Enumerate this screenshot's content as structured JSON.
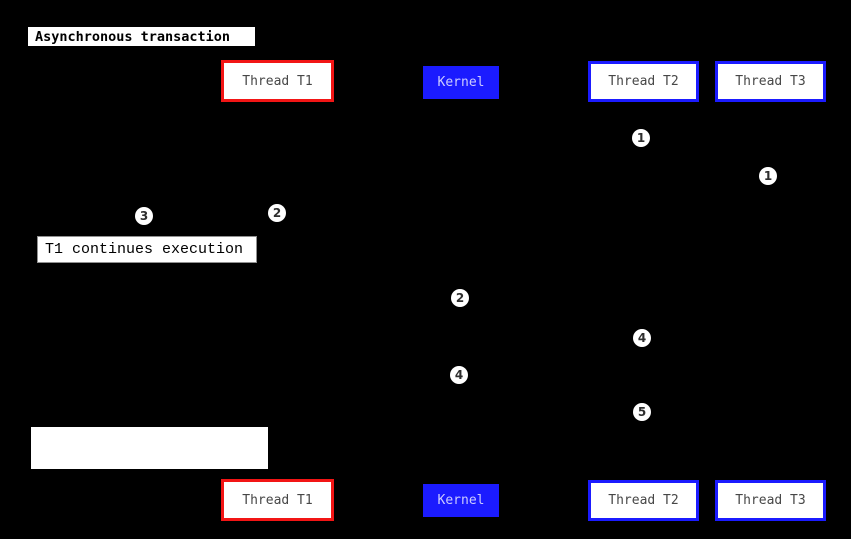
{
  "diagram": {
    "title": "Asynchronous transaction"
  },
  "participants": [
    {
      "label": "Thread T1"
    },
    {
      "label": "Kernel"
    },
    {
      "label": "Thread T2"
    },
    {
      "label": "Thread T3"
    }
  ],
  "notes": [
    {
      "text": "T1 continues execution"
    },
    {
      "text": ""
    }
  ],
  "markers": [
    {
      "label": "1"
    },
    {
      "label": "1"
    },
    {
      "label": "3"
    },
    {
      "label": "2"
    },
    {
      "label": "2"
    },
    {
      "label": "4"
    },
    {
      "label": "4"
    },
    {
      "label": "5"
    }
  ],
  "colors": {
    "background": "#000000",
    "t1-border": "#f21515",
    "thread-border": "#1b1bff",
    "kernel-bg": "#1b1bff",
    "kernel-text": "#ccccff",
    "label-text": "#474747"
  }
}
